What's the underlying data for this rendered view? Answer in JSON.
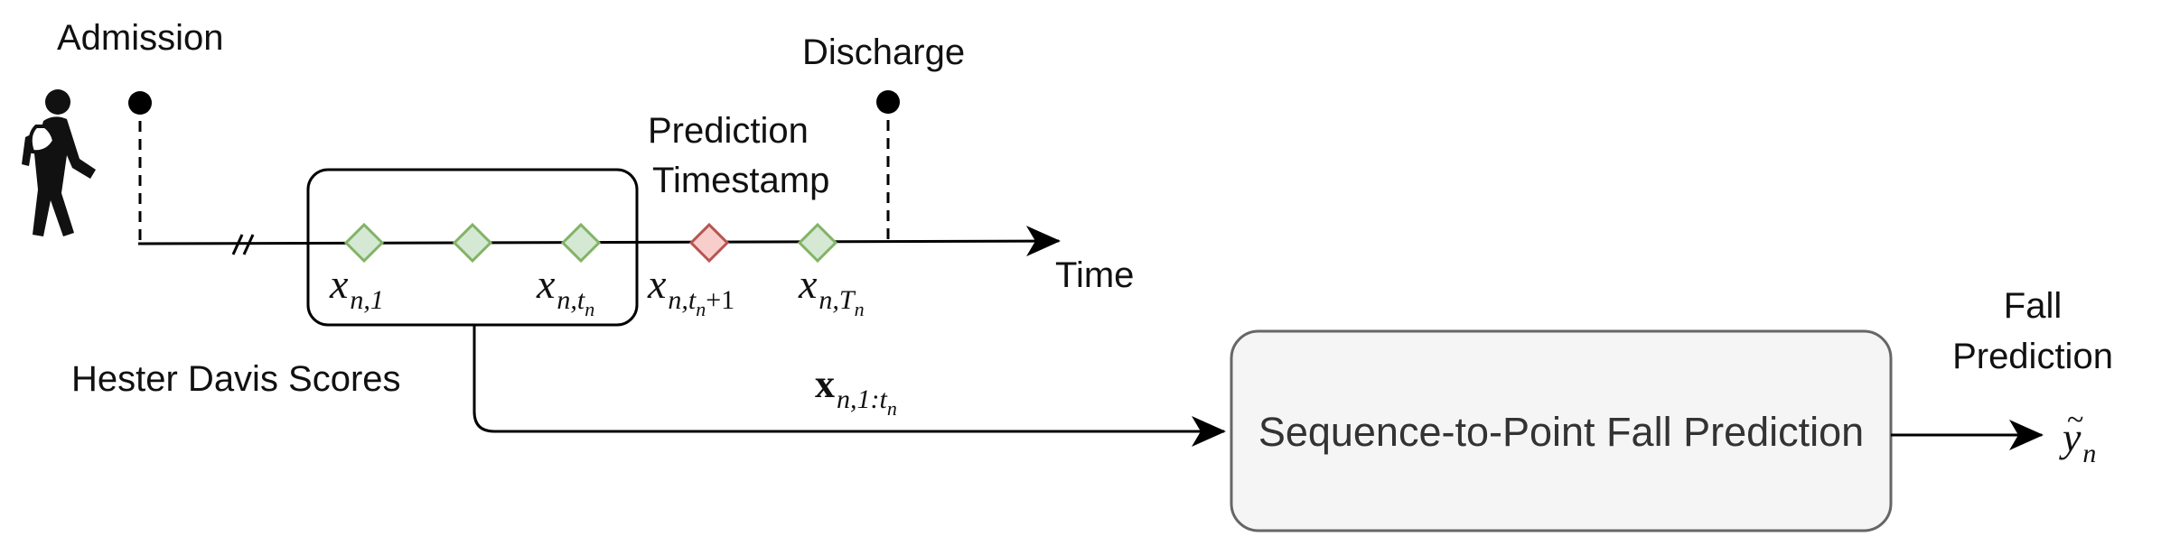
{
  "labels": {
    "admission": "Admission",
    "discharge": "Discharge",
    "prediction_timestamp_line1": "Prediction",
    "prediction_timestamp_line2": "Timestamp",
    "time": "Time",
    "hester_davis_scores": "Hester Davis Scores",
    "fall_prediction_line1": "Fall",
    "fall_prediction_line2": "Prediction"
  },
  "model_box": {
    "label": "Sequence-to-Point Fall Prediction"
  },
  "math": {
    "x_n1": {
      "base": "x",
      "sub": "n,1"
    },
    "x_ntn": {
      "base": "x",
      "sub": "n,t",
      "subsub": "n"
    },
    "x_ntn1": {
      "base": "x",
      "sub": "n,t",
      "subsub": "n",
      "subtail": "+1"
    },
    "x_nTn": {
      "base": "x",
      "sub": "n,T",
      "subsub": "n"
    },
    "x_seq": {
      "base": "x",
      "sub": "n,1:t",
      "subsub": "n"
    },
    "y_tilde": {
      "base": "y",
      "accent": "~",
      "sub": "n"
    }
  },
  "break_mark": "//",
  "colors": {
    "observed_fill": "#d5e8d4",
    "observed_stroke": "#82b366",
    "target_fill": "#f8cecc",
    "target_stroke": "#b85450",
    "box_fill": "#f5f5f5",
    "box_stroke": "#666666",
    "line": "#000000"
  }
}
